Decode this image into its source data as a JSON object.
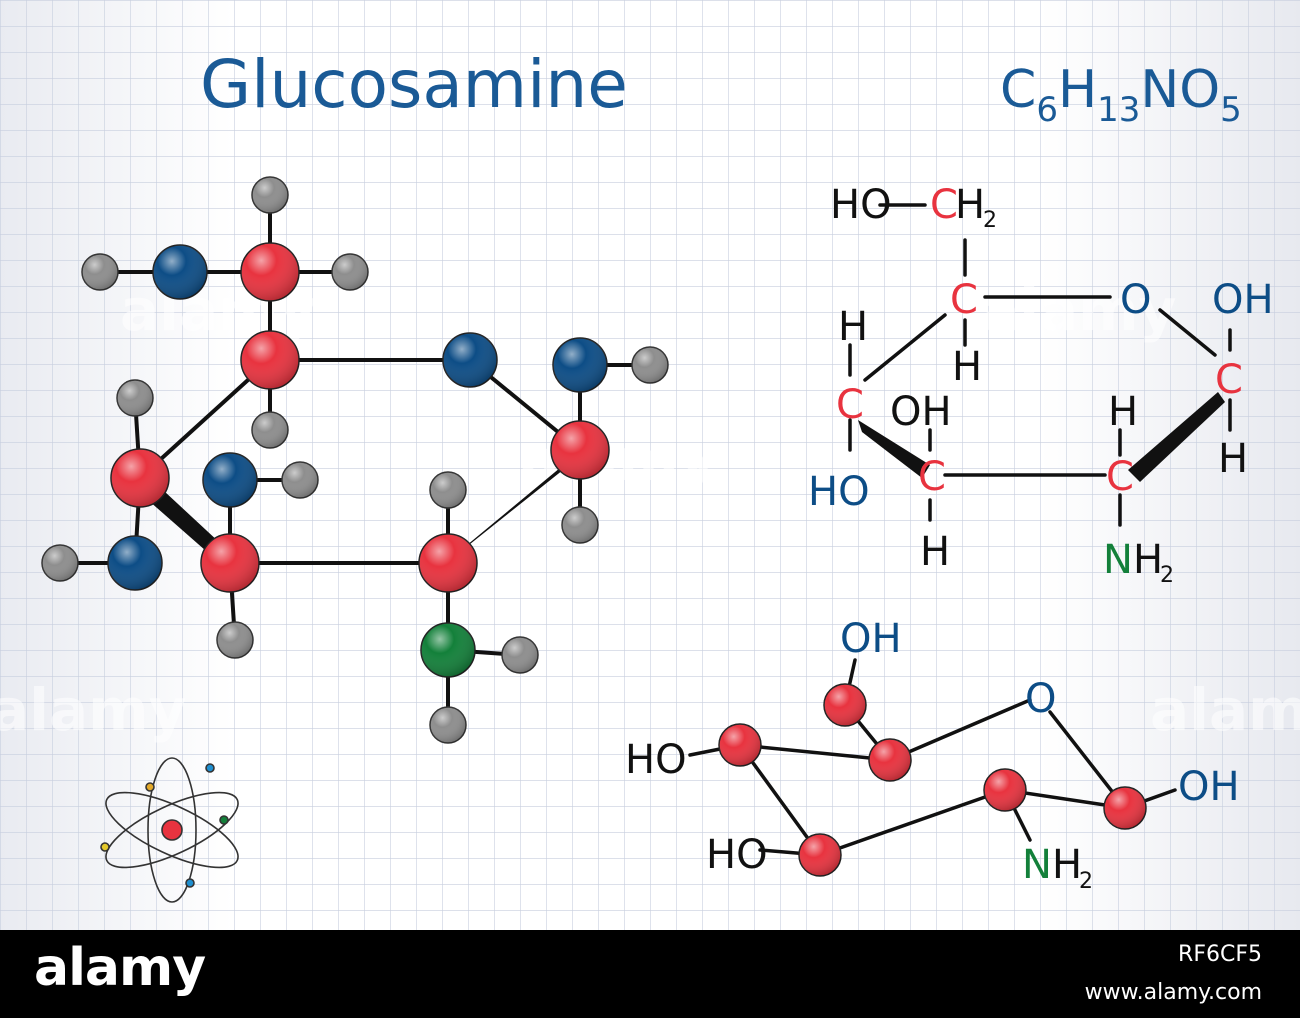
{
  "title": "Glucosamine",
  "formula": {
    "c": "C",
    "c_sub": "6",
    "h": "H",
    "h_sub": "13",
    "n": "N",
    "o": "O",
    "o_sub": "5"
  },
  "colors": {
    "title_blue": "#1a5a96",
    "carbon_red": "#e8333f",
    "oxygen_blue": "#0d4d86",
    "hydrogen_gray": "#8e8e8e",
    "nitrogen_green": "#13803a",
    "grid": "#c7cede",
    "footer": "#000000"
  },
  "skeletal": {
    "ho_top": "HO",
    "ch2_c": "C",
    "ch2_h": "H",
    "ch2_sub": "2",
    "ring_o": "O",
    "oh_right": "OH",
    "carbon": "C",
    "h": "H",
    "oh_mid": "OH",
    "ho_left": "HO",
    "nh2_n": "N",
    "nh2_h": "H",
    "nh2_sub": "2"
  },
  "chair": {
    "oh_top": "OH",
    "ring_o": "O",
    "ho_left": "HO",
    "oh_right": "OH",
    "ho_bottom": "HO",
    "nh2_n": "N",
    "nh2_h": "H",
    "nh2_sub": "2"
  },
  "watermark": "alamy",
  "footer": {
    "logo": "alamy",
    "code": "RF6CF5",
    "url": "www.alamy.com"
  }
}
